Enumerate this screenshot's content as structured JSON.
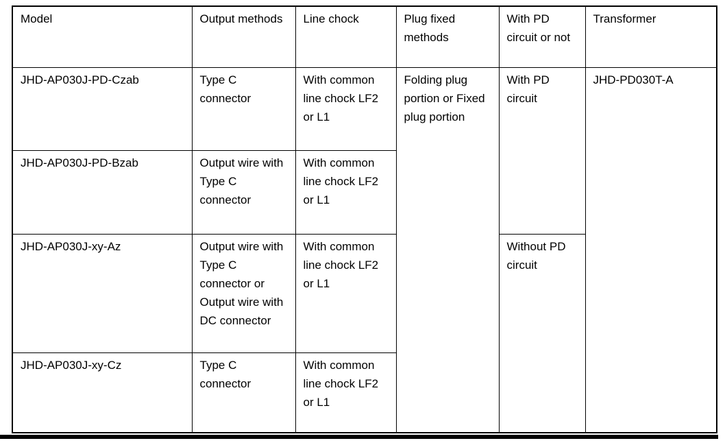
{
  "page": {
    "background_color": "#ffffff",
    "text_color": "#000000",
    "border_color": "#000000"
  },
  "table": {
    "headers": [
      "Model",
      "Output methods",
      "Line chock",
      "Plug fixed methods",
      "With PD circuit or not",
      "Transformer"
    ],
    "rows": [
      {
        "model": "JHD-AP030J-PD-Czab",
        "output_method": "Type C connector",
        "line_chock": "With common line chock LF2 or L1"
      },
      {
        "model": "JHD-AP030J-PD-Bzab",
        "output_method": "Output wire with Type C connector",
        "line_chock": "With common line chock LF2 or L1"
      },
      {
        "model": "JHD-AP030J-xy-Az",
        "output_method": "Output wire with Type C connector or Output wire with DC connector",
        "line_chock": "With common line chock LF2 or L1"
      },
      {
        "model": "JHD-AP030J-xy-Cz",
        "output_method": "Type C connector",
        "line_chock": "With common line chock LF2 or L1"
      }
    ],
    "merged_cells": {
      "plug_fixed_methods": "Folding plug portion or Fixed plug portion",
      "with_pd_circuit": "With PD circuit",
      "without_pd_circuit": "Without PD circuit",
      "transformer": "JHD-PD030T-A"
    }
  }
}
